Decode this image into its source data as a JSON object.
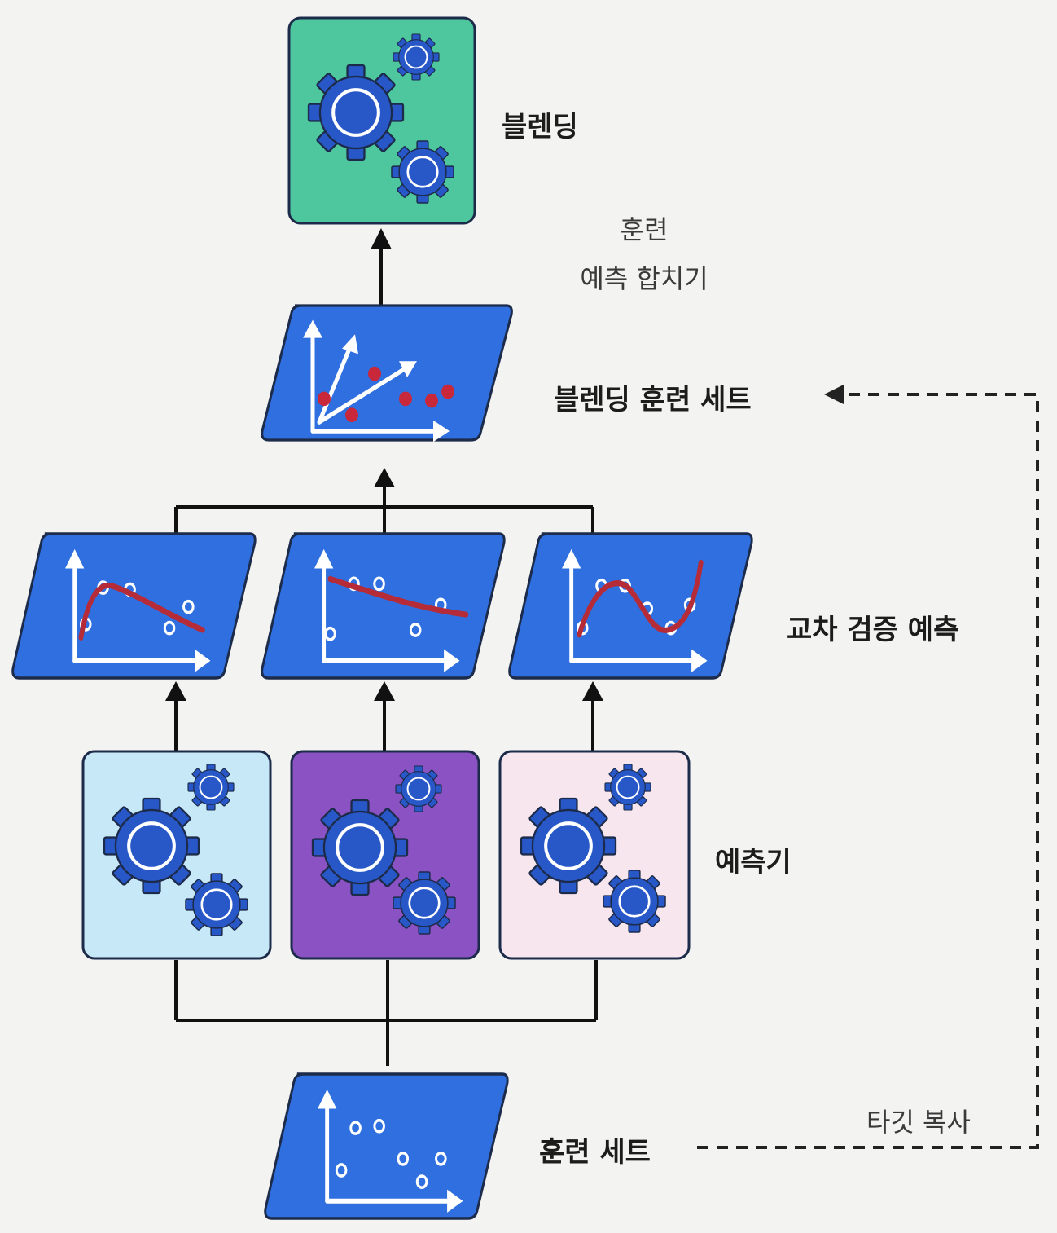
{
  "labels": {
    "blending": "블렌딩",
    "combine_line1": "훈련",
    "combine_line2": "예측 합치기",
    "blending_train_set": "블렌딩 훈련 세트",
    "cv_predictions": "교차 검증 예측",
    "predictors": "예측기",
    "train_set": "훈련 세트",
    "target_copy": "타깃 복사"
  },
  "colors": {
    "blender_fill": "#4fc79e",
    "dataset_fill": "#2f6fe0",
    "predictor1_fill": "#c6e8f7",
    "predictor2_fill": "#8a52c2",
    "predictor3_fill": "#f7e6ee",
    "gear": "#2858c8",
    "curve": "#b52c38",
    "dot_red": "#c8283a",
    "outline": "#1d2b4a"
  },
  "icons": {
    "blender": "gears-icon",
    "predictor": "gears-icon",
    "dataset": "scatter-plot-icon"
  }
}
